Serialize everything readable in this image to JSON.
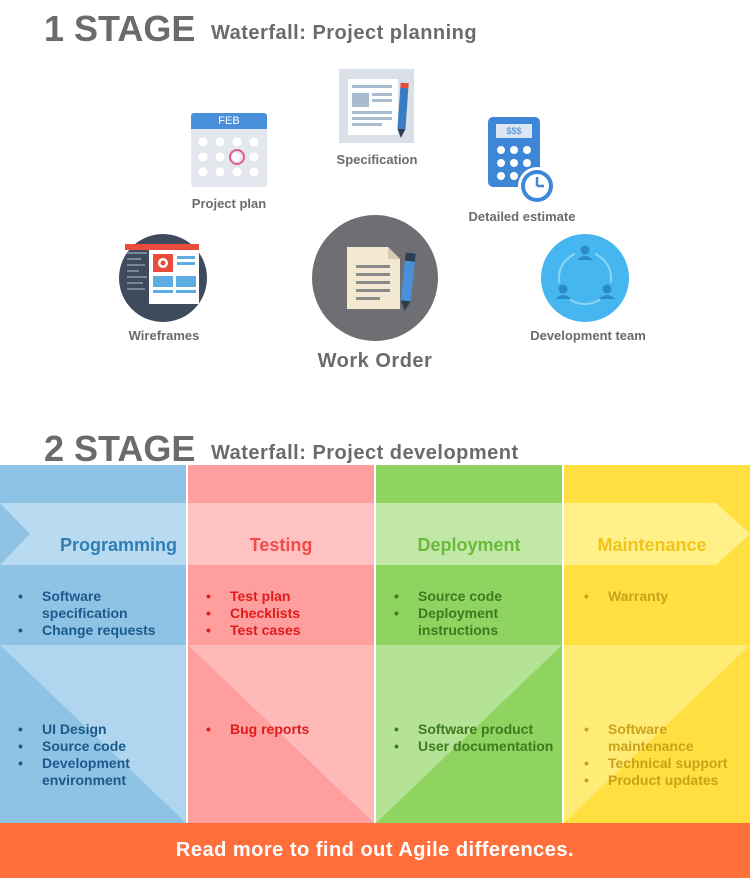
{
  "stage1": {
    "number": "1 STAGE",
    "subtitle": "Waterfall: Project planning",
    "items": {
      "project_plan": {
        "label": "Project plan",
        "month": "FEB",
        "icon": "calendar-icon"
      },
      "specification": {
        "label": "Specification",
        "icon": "document-pen-icon"
      },
      "detailed_estimate": {
        "label": "Detailed estimate",
        "price": "$$$",
        "icon": "calculator-clock-icon"
      },
      "wireframes": {
        "label": "Wireframes",
        "icon": "wireframe-browser-icon"
      },
      "development_team": {
        "label": "Development team",
        "icon": "team-network-icon"
      }
    },
    "center": {
      "label": "Work Order",
      "icon": "work-order-document-icon"
    }
  },
  "stage2": {
    "number": "2 STAGE",
    "subtitle": "Waterfall: Project development",
    "columns": [
      {
        "title": "Programming",
        "bg": "#8ec3e6",
        "text_color": "#1a5a8a",
        "title_color": "#2f7fb5",
        "top_items": [
          "Software specification",
          "Change requests"
        ],
        "bottom_items": [
          "UI Design",
          "Source code",
          "Development environment"
        ]
      },
      {
        "title": "Testing",
        "bg": "#ff9e9e",
        "text_color": "#e01b1b",
        "title_color": "#ef4b4b",
        "top_items": [
          "Test plan",
          "Checklists",
          "Test cases"
        ],
        "bottom_items": [
          "Bug reports"
        ]
      },
      {
        "title": "Deployment",
        "bg": "#8fd461",
        "text_color": "#3d7a1e",
        "title_color": "#6aba3a",
        "top_items": [
          "Source code",
          "Deployment instructions"
        ],
        "bottom_items": [
          "Software product",
          "User documentation"
        ]
      },
      {
        "title": "Maintenance",
        "bg": "#ffe040",
        "text_color": "#c9a21a",
        "title_color": "#f0c419",
        "top_items": [
          "Warranty"
        ],
        "bottom_items": [
          "Software maintenance",
          "Technical support",
          "Product updates"
        ]
      }
    ]
  },
  "footer": {
    "text": "Read more to find out Agile differences."
  }
}
